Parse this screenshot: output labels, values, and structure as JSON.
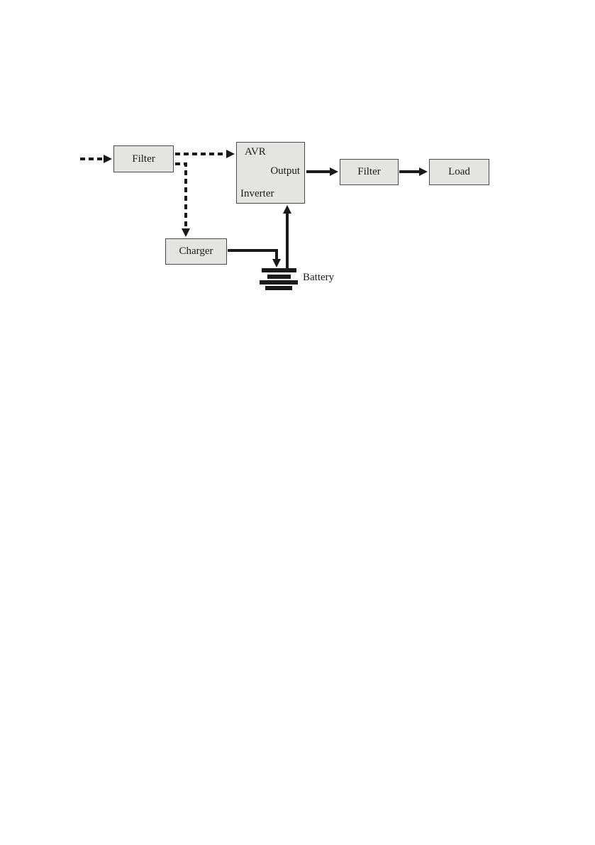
{
  "diagram": {
    "boxes": {
      "filter_in": "Filter",
      "avr": "AVR",
      "output": "Output",
      "inverter": "Inverter",
      "filter_out": "Filter",
      "load": "Load",
      "charger": "Charger"
    },
    "battery_label": "Battery",
    "colors": {
      "box_fill": "#e4e4e2",
      "box_border": "#4a4a4a",
      "line": "#1a1a1a"
    }
  }
}
